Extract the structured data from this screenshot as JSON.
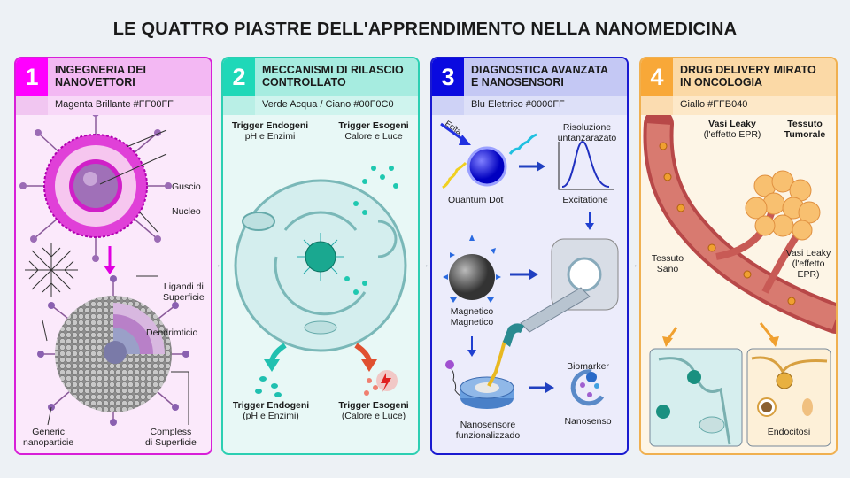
{
  "title": "LE QUATTRO PIASTRE DELL'APPRENDIMENTO NELLA NANOMEDICINA",
  "panels": [
    {
      "number": "1",
      "title_l1": "INGEGNERIA DEI",
      "title_l2": "NANOVETTORI",
      "subtitle": "Magenta Brillante #FF00FF",
      "color": "#FF00FF",
      "labels": {
        "guscio": "Guscio",
        "nucleo": "Nucleo",
        "ligandi_l1": "Ligandi di",
        "ligandi_l2": "Superficie",
        "dendri": "Dendrimticio",
        "generic_l1": "Generic",
        "generic_l2": "nanoparticie",
        "compless_l1": "Compless",
        "compless_l2": "di Superficie"
      }
    },
    {
      "number": "2",
      "title_l1": "MECCANISMI DI RILASCIO",
      "title_l2": "CONTROLLATO",
      "subtitle": "Verde Acqua / Ciano #00F0C0",
      "color": "#00F0C0",
      "labels": {
        "endo_top": "Trigger Endogeni",
        "endo_top_sub": "pH e Enzimi",
        "eso_top": "Trigger Esogeni",
        "eso_top_sub": "Calore e Luce",
        "endo_bot": "Trigger Endogeni",
        "endo_bot_sub": "(pH e Enzimi)",
        "eso_bot": "Trigger Esogeni",
        "eso_bot_sub": "(Calore e Luce)"
      }
    },
    {
      "number": "3",
      "title_l1": "DIAGNOSTICA AVANZATA",
      "title_l2": "E NANOSENSORI",
      "subtitle": "Blu Elettrico #0000FF",
      "color": "#0000FF",
      "labels": {
        "eccita": "Ecita",
        "qd": "Quantum Dot",
        "ris_l1": "Risoluzione",
        "ris_l2": "untanzarazato",
        "exc": "Excitatione",
        "mag_l1": "Magnetico",
        "mag_l2": "Magnetico",
        "biomarker": "Biomarker",
        "nanosenso": "Nanosenso",
        "sensor_l1": "Nanosensore",
        "sensor_l2": "funzionalizzado"
      }
    },
    {
      "number": "4",
      "title_l1": "DRUG DELIVERY MIRATO",
      "title_l2": "IN ONCOLOGIA",
      "subtitle": "Giallo #FFB040",
      "color": "#FFB040",
      "labels": {
        "vasi1_l1": "Vasi Leaky",
        "vasi1_l2": "(l'effetto EPR)",
        "tumor_l1": "Tessuto",
        "tumor_l2": "Tumorale",
        "sano_l1": "Tessuto",
        "sano_l2": "Sano",
        "vasi2_l1": "Vasi Leaky",
        "vasi2_l2": "(l'effetto",
        "vasi2_l3": "EPR)",
        "endocitosi": "Endocitosi"
      }
    }
  ]
}
